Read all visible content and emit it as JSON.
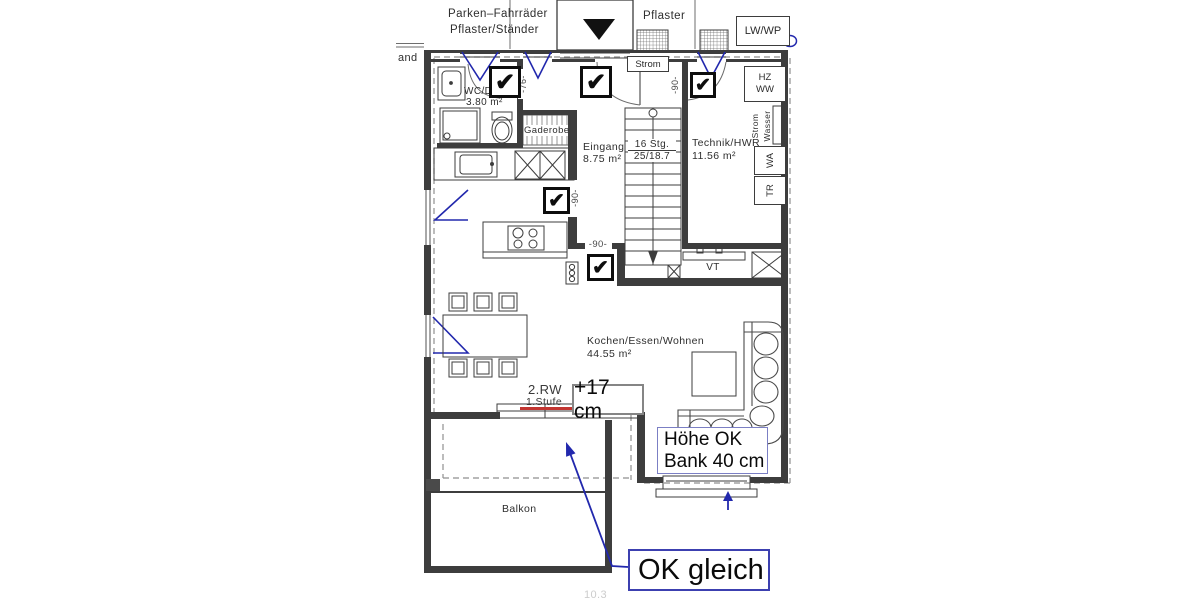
{
  "colors": {
    "line": "#3d3d3d",
    "annotation_blue": "#3c40b0",
    "window_blue": "#2228ad",
    "mark_red": "#c23531"
  },
  "icons": {
    "check": "✔"
  },
  "site": {
    "parken_line1": "Parken–Fahrräder",
    "parken_line2": "Pflaster/Ständer",
    "pflaster": "Pflaster",
    "lw_wp": "LW/WP",
    "wall_label_partial": "and"
  },
  "rooms": {
    "wc": {
      "name": "WC/D",
      "area": "3.80 m²"
    },
    "garderobe": {
      "name": "Gaderobe"
    },
    "eingang": {
      "name": "Eingang",
      "area": "8.75 m²"
    },
    "technik": {
      "name": "Technik/HWR",
      "area": "11.56 m²"
    },
    "wohnen": {
      "name": "Kochen/Essen/Wohnen",
      "area": "44.55 m²"
    },
    "balkon": {
      "name": "Balkon"
    }
  },
  "utilities": {
    "strom_box": "Strom",
    "hz": "HZ",
    "ww": "WW",
    "strom": "Strom",
    "wasser": "Wasser",
    "wa": "WA",
    "tr": "TR",
    "vt": "VT"
  },
  "stairs": {
    "count": "16 Stg.",
    "dims": "25/18.7"
  },
  "dims": {
    "d76": "-76-",
    "d90": "-90-"
  },
  "step": {
    "rw": "2.RW",
    "stufe": "1.Stufe"
  },
  "annotations": {
    "plus17": "+17 cm",
    "hoehe_line1": "Höhe OK",
    "hoehe_line2": "Bank 40 cm",
    "ok_gleich": "OK gleich",
    "edge_dim": "10.3"
  }
}
